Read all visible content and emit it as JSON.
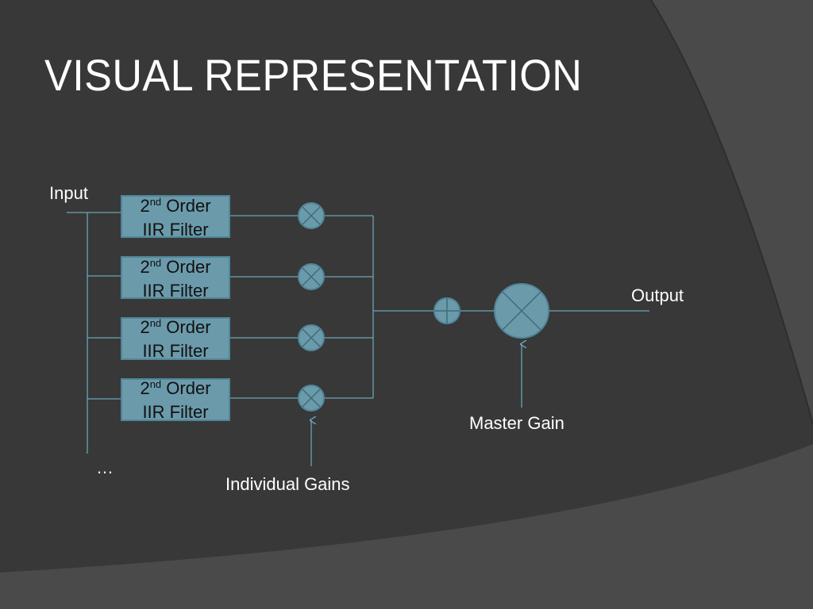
{
  "slide": {
    "title": "VISUAL REPRESENTATION"
  },
  "diagram": {
    "input_label": "Input",
    "output_label": "Output",
    "ellipsis": "…",
    "individual_gains_label": "Individual Gains",
    "master_gain_label": "Master Gain",
    "filters": [
      {
        "line1_num": "2",
        "line1_sup": "nd",
        "line1_rest": " Order",
        "line2": "IIR Filter"
      },
      {
        "line1_num": "2",
        "line1_sup": "nd",
        "line1_rest": " Order",
        "line2": "IIR Filter"
      },
      {
        "line1_num": "2",
        "line1_sup": "nd",
        "line1_rest": " Order",
        "line2": "IIR Filter"
      },
      {
        "line1_num": "2",
        "line1_sup": "nd",
        "line1_rest": " Order",
        "line2": "IIR Filter"
      }
    ]
  },
  "colors": {
    "background_dark": "#383838",
    "background_light": "#4a4a4a",
    "line": "#6aa4b6",
    "node_fill": "#6b9aab",
    "node_stroke": "#4f8799",
    "text": "#ffffff"
  }
}
